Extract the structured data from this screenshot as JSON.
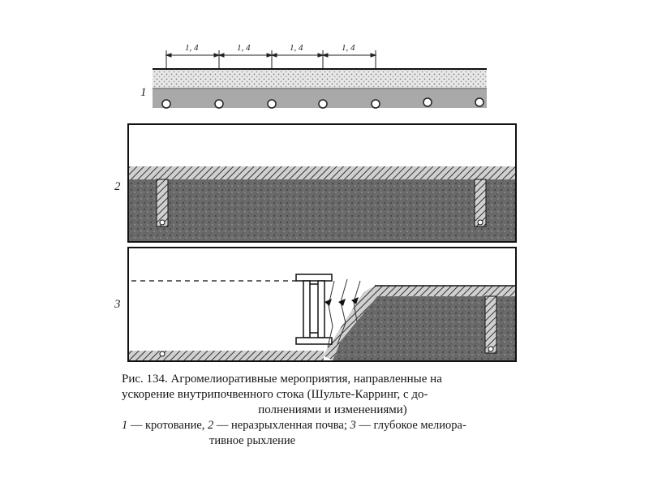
{
  "figure": {
    "panel_labels": [
      "1",
      "2",
      "3"
    ],
    "spacing_labels": [
      "1, 4",
      "1, 4",
      "1, 4",
      "1, 4"
    ]
  },
  "caption": {
    "title_lines": [
      "Рис. 134. Агромелиоративные мероприятия, направленные на",
      "ускорение внутрипочвенного стока (Шульте-Карринг, с до-",
      "полнениями и изменениями)"
    ],
    "legend": [
      {
        "num": "1",
        "text": " — кротование, "
      },
      {
        "num": "2",
        "text": " — неразрыхленная почва; "
      },
      {
        "num": "3",
        "text": " — глубокое мелиора-"
      }
    ],
    "legend_tail": "тивное рыхление"
  }
}
